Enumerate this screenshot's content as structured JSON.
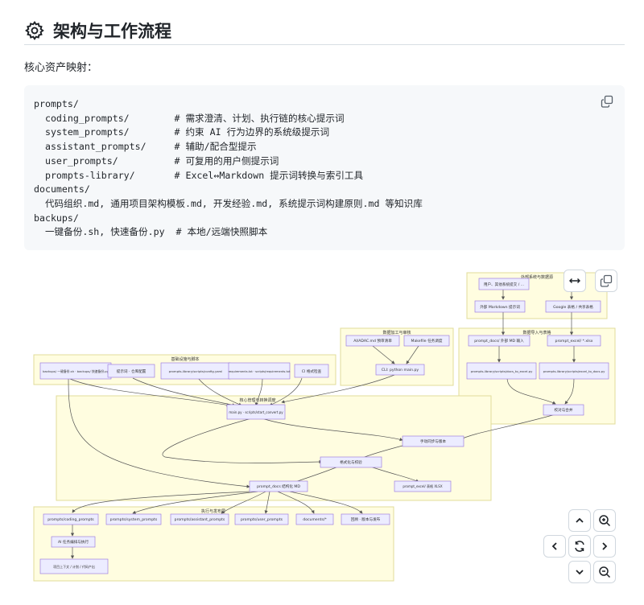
{
  "section": {
    "title": "架构与工作流程",
    "icon": "gear-icon"
  },
  "intro": "核心资产映射：",
  "code_block": {
    "lines": [
      "prompts/",
      "  coding_prompts/        # 需求澄清、计划、执行链的核心提示词",
      "  system_prompts/        # 约束 AI 行为边界的系统级提示词",
      "  assistant_prompts/     # 辅助/配合型提示",
      "  user_prompts/          # 可复用的用户侧提示词",
      "  prompts-library/       # Excel↔Markdown 提示词转换与索引工具",
      "documents/",
      "  代码组织.md, 通用项目架构模板.md, 开发经验.md, 系统提示词构建原则.md 等知识库",
      "backups/",
      "  一键备份.sh, 快速备份.py  # 本地/远端快照脚本"
    ],
    "copy_icon": "copy-icon"
  },
  "diagram": {
    "groups": {
      "top_right": "外部系统与数据源",
      "middle_top": "数据加工与审核",
      "right_mid": "数据导入与表格",
      "left_top": "基础设施与脚本",
      "main": "核心管理与转换调度",
      "bottom": "执行与发布层"
    },
    "nodes": {
      "ext_input": "用户、其他系统提交 / ...",
      "ext_md": "外部 Markdown 提示词",
      "ext_sheet": "Google 表格 / 共享表格",
      "ai_check": "AI/ADAC.md 预审清单",
      "makefile": "Makefile 任务调度",
      "cli": "CLI: python main.py",
      "docs_in": "prompt_docs/ 外部 MD 输入",
      "excel_in": "prompt_excel/ *.xlsx",
      "docs_to_excel": "prompts-library/scripts/docs_to_excel.py",
      "excel_to_docs": "prompts-library/scripts/excel_to_docs.py",
      "merge": "校对与合并",
      "backups": "backups/ 一键备份.sh · backups/ 快速备份.py",
      "infra_prompt": "提示词 · 仓库配置",
      "config": "prompts-library/scripts/config.yaml",
      "requirements": "requirements.txt · scripts/requirements.txt",
      "ci": "CI 格式检查",
      "main_py": "main.py · scripts/start_convert.py",
      "sync": "手动同步与版本",
      "format": "格式化与校验",
      "prompt_docs_out": "prompt_docs 结构化 MD",
      "prompt_excel_out": "prompt_excel/ 表格 XLSX",
      "coding": "prompts/coding_prompts",
      "system": "prompts/system_prompts",
      "assistant": "prompts/assistant_prompts",
      "user": "prompts/user_prompts",
      "documents": "documents/*",
      "release": "回顾 · 版本与发布",
      "ai_exec": "AI 任务编排与执行",
      "exec_out": "项目上下文 / 计划 / 代码产出"
    },
    "expand_icon": "expand-icon",
    "copy_icon": "copy-icon"
  },
  "controls": {
    "zoom_in": "zoom-in-icon",
    "zoom_out": "zoom-out-icon",
    "pan_up": "chevron-up-icon",
    "pan_down": "chevron-down-icon",
    "pan_left": "chevron-left-icon",
    "pan_right": "chevron-right-icon",
    "reset": "reset-icon"
  },
  "colors": {
    "group_fill": "#fffde0",
    "group_stroke": "#e0dc9a",
    "node_fill": "#ececff",
    "node_stroke": "#9370db",
    "edge": "#555555",
    "code_bg": "#f6f8fa",
    "text": "#1f2328"
  }
}
